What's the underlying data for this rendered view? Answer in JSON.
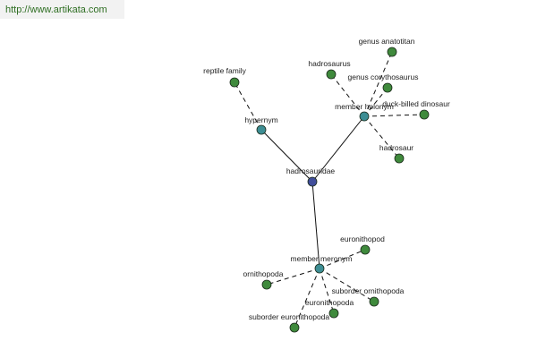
{
  "header": {
    "url": "http://www.artikata.com"
  },
  "colors": {
    "root": "#404d9a",
    "relation": "#3d8e94",
    "leaf": "#3f8a3c",
    "url_text": "#2e6e22",
    "url_background": "#f2f2f2"
  },
  "graph": {
    "nodes": [
      {
        "id": "hadrosauridae",
        "label": "hadrosauridae",
        "kind": "root"
      },
      {
        "id": "hypernym",
        "label": "hypernym",
        "kind": "relation"
      },
      {
        "id": "member-holonym",
        "label": "member holonym",
        "kind": "relation"
      },
      {
        "id": "member-meronym",
        "label": "member meronym",
        "kind": "relation"
      },
      {
        "id": "reptile-family",
        "label": "reptile family",
        "kind": "leaf"
      },
      {
        "id": "genus-anatotitan",
        "label": "genus anatotitan",
        "kind": "leaf"
      },
      {
        "id": "hadrosaurus",
        "label": "hadrosaurus",
        "kind": "leaf"
      },
      {
        "id": "genus-corythosaurus",
        "label": "genus corythosaurus",
        "kind": "leaf"
      },
      {
        "id": "duck-billed-dinosaur",
        "label": "duck-billed dinosaur",
        "kind": "leaf"
      },
      {
        "id": "hadrosaur",
        "label": "hadrosaur",
        "kind": "leaf"
      },
      {
        "id": "euronithopod",
        "label": "euronithopod",
        "kind": "leaf"
      },
      {
        "id": "ornithopoda",
        "label": "ornithopoda",
        "kind": "leaf"
      },
      {
        "id": "suborder-ornithopoda",
        "label": "suborder ornithopoda",
        "kind": "leaf"
      },
      {
        "id": "euronithopoda",
        "label": "euronithopoda",
        "kind": "leaf"
      },
      {
        "id": "suborder-euronithopoda",
        "label": "suborder euronithopoda",
        "kind": "leaf"
      }
    ],
    "edges": [
      {
        "from": "hadrosauridae",
        "to": "hypernym",
        "style": "solid"
      },
      {
        "from": "hadrosauridae",
        "to": "member-holonym",
        "style": "solid"
      },
      {
        "from": "hadrosauridae",
        "to": "member-meronym",
        "style": "solid"
      },
      {
        "from": "hypernym",
        "to": "reptile-family",
        "style": "dashed"
      },
      {
        "from": "member-holonym",
        "to": "genus-anatotitan",
        "style": "dashed"
      },
      {
        "from": "member-holonym",
        "to": "hadrosaurus",
        "style": "dashed"
      },
      {
        "from": "member-holonym",
        "to": "genus-corythosaurus",
        "style": "dashed"
      },
      {
        "from": "member-holonym",
        "to": "duck-billed-dinosaur",
        "style": "dashed"
      },
      {
        "from": "member-holonym",
        "to": "hadrosaur",
        "style": "dashed"
      },
      {
        "from": "member-meronym",
        "to": "euronithopod",
        "style": "dashed"
      },
      {
        "from": "member-meronym",
        "to": "ornithopoda",
        "style": "dashed"
      },
      {
        "from": "member-meronym",
        "to": "suborder-ornithopoda",
        "style": "dashed"
      },
      {
        "from": "member-meronym",
        "to": "euronithopoda",
        "style": "dashed"
      },
      {
        "from": "member-meronym",
        "to": "suborder-euronithopoda",
        "style": "dashed"
      }
    ]
  }
}
